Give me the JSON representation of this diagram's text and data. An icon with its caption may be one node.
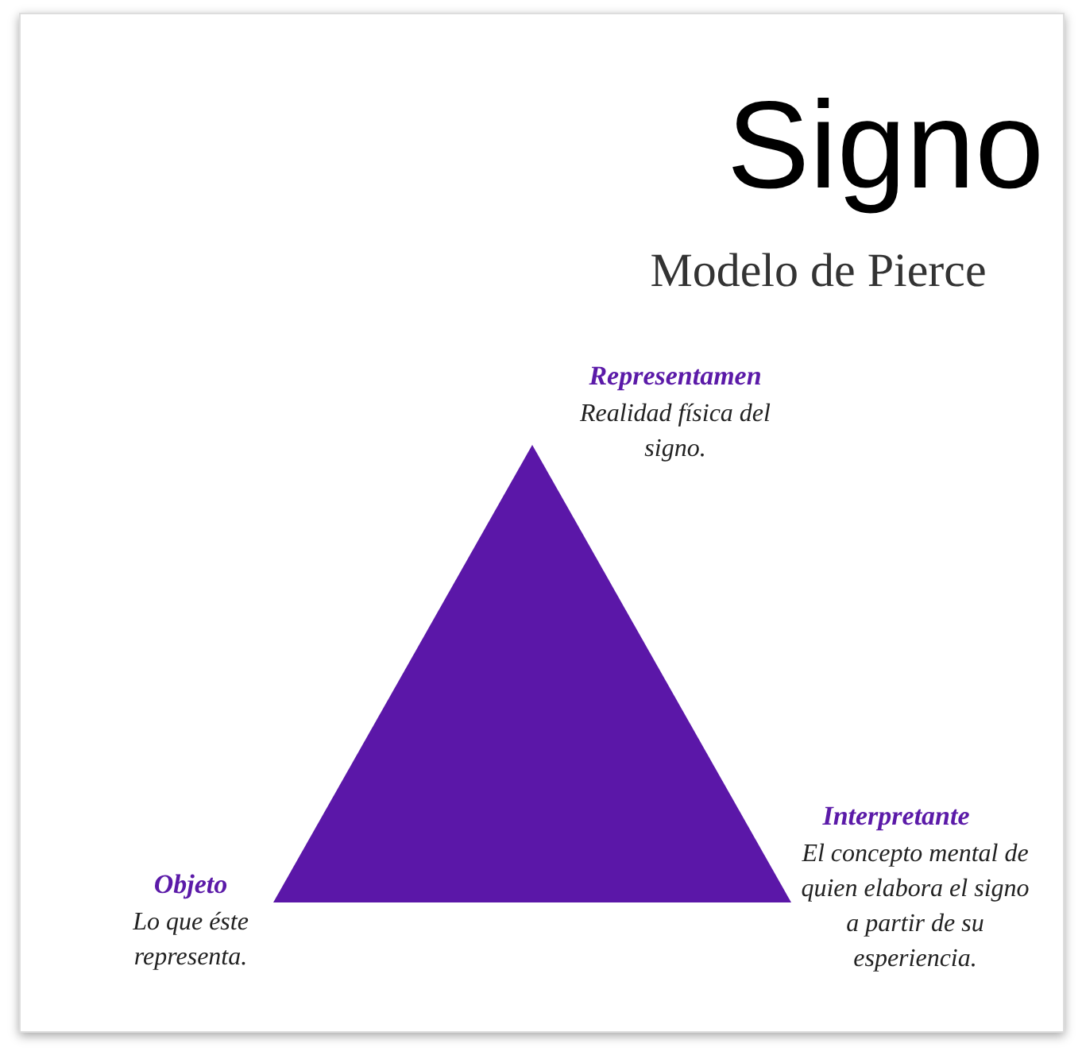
{
  "diagram": {
    "title": "Signo",
    "nodes": [
      {
        "text": [],
        "shape": "triangle"
      }
    ],
    "labels": [
      "Modelo de Pierce",
      "Representamen",
      "Realidad física del signo.",
      "Objeto",
      "Lo que éste representa.",
      "Interpretante",
      "El concepto mental de quien elabora el signo a partir de su esperiencia."
    ]
  }
}
